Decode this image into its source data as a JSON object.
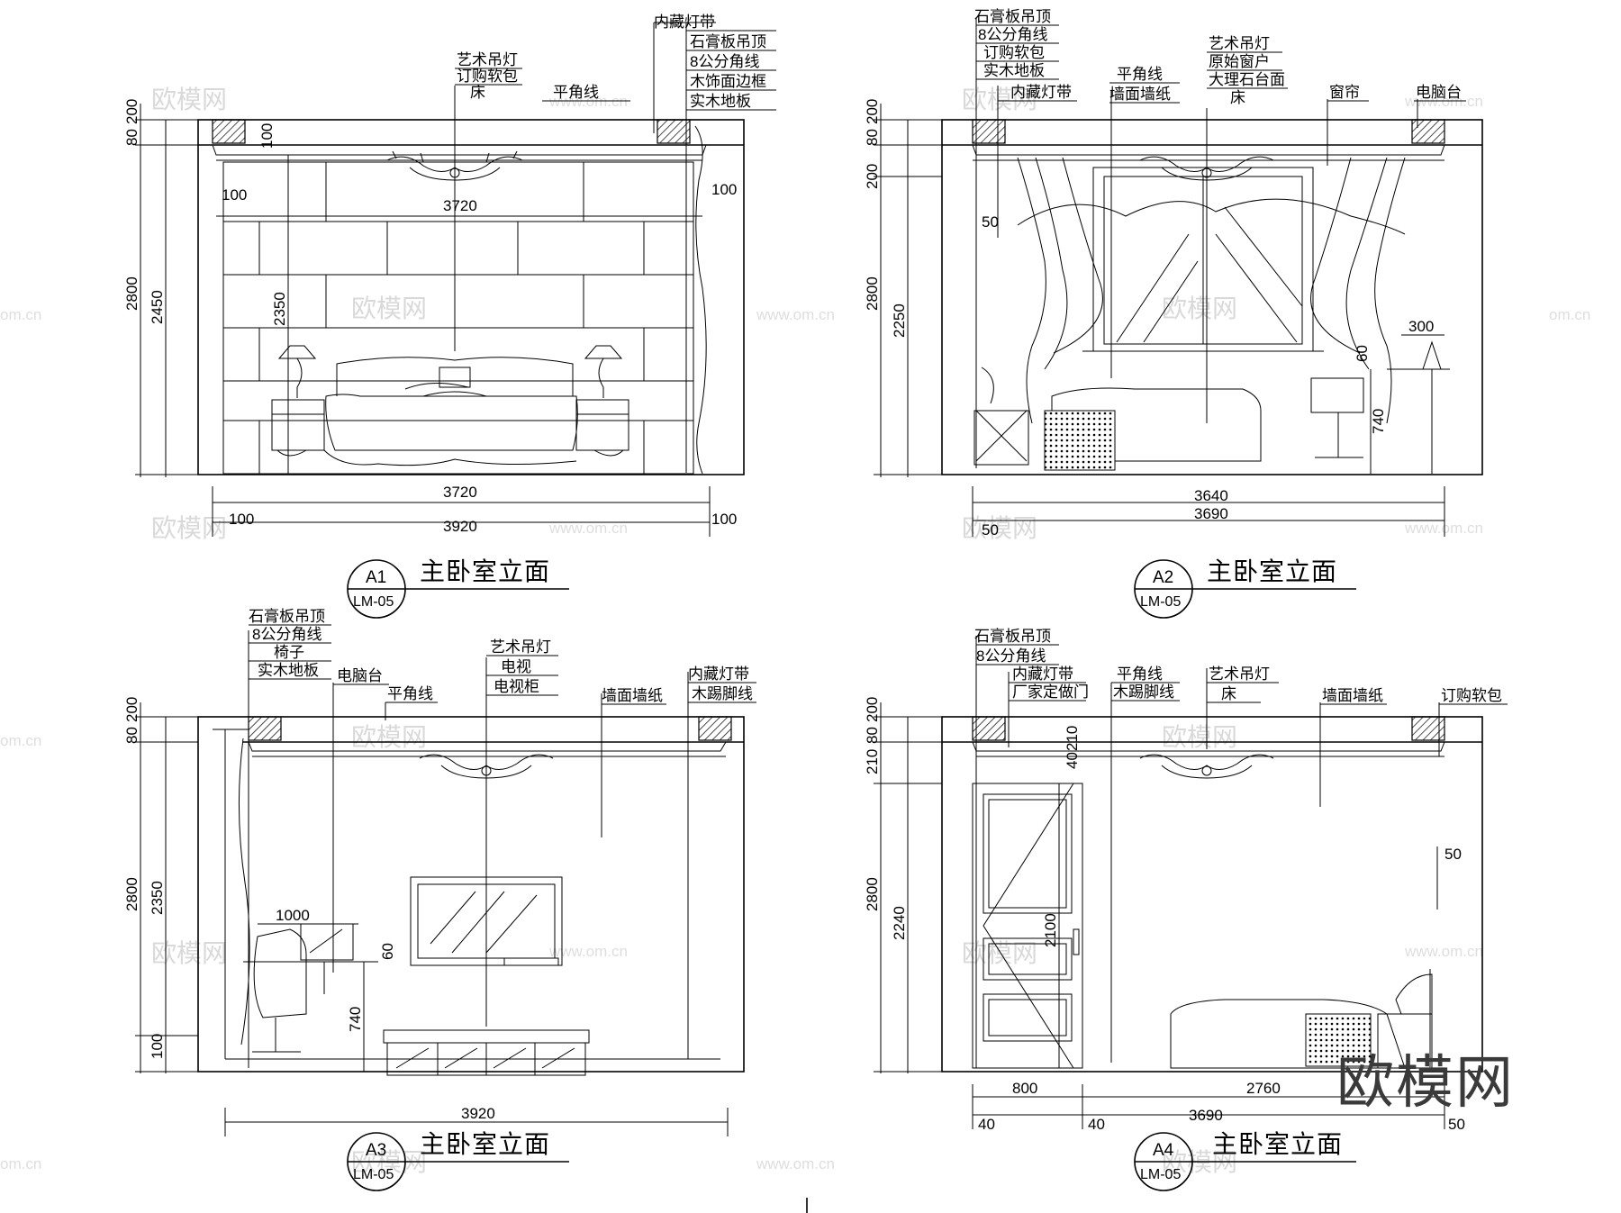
{
  "brand": "欧模网",
  "watermark": {
    "text": "欧模网",
    "url": "www.om.cn",
    "url_partial": "om.cn"
  },
  "panels": [
    {
      "id": "A1",
      "title": "主卧室立面",
      "badge_top": "A1",
      "badge_bottom": "LM-05",
      "labels_left": [
        "艺术吊灯",
        "订购软包",
        "床"
      ],
      "labels_mid": [
        "平角线"
      ],
      "labels_right": [
        "内藏灯带",
        "石膏板吊顶",
        "8公分角线",
        "木饰面边框",
        "实木地板"
      ],
      "dims_vertical": [
        "80",
        "200",
        "2800",
        "2450",
        "2350",
        "100"
      ],
      "dims_horizontal": [
        "100",
        "3720",
        "100",
        "3720",
        "100",
        "3920",
        "100"
      ]
    },
    {
      "id": "A2",
      "title": "主卧室立面",
      "badge_top": "A2",
      "badge_bottom": "LM-05",
      "labels_left": [
        "石膏板吊顶",
        "8公分角线",
        "订购软包",
        "实木地板",
        "内藏灯带"
      ],
      "labels_mid": [
        "平角线",
        "墙面墙纸"
      ],
      "labels_right": [
        "艺术吊灯",
        "原始窗户",
        "大理石台面",
        "床"
      ],
      "labels_far": [
        "窗帘",
        "电脑台"
      ],
      "dims_vertical": [
        "80",
        "200",
        "200",
        "2800",
        "2250",
        "50",
        "300",
        "60",
        "740"
      ],
      "dims_horizontal": [
        "3640",
        "3690",
        "50"
      ]
    },
    {
      "id": "A3",
      "title": "主卧室立面",
      "badge_top": "A3",
      "badge_bottom": "LM-05",
      "labels_left": [
        "石膏板吊顶",
        "8公分角线",
        "椅子",
        "实木地板"
      ],
      "labels_mid": [
        "电脑台",
        "平角线"
      ],
      "labels_right": [
        "艺术吊灯",
        "电视",
        "电视柜"
      ],
      "labels_far": [
        "墙面墙纸",
        "内藏灯带",
        "木踢脚线"
      ],
      "dims_vertical": [
        "80",
        "200",
        "2800",
        "2350",
        "100",
        "60",
        "740"
      ],
      "dims_horizontal": [
        "1000",
        "3920"
      ]
    },
    {
      "id": "A4",
      "title": "主卧室立面",
      "badge_top": "A4",
      "badge_bottom": "LM-05",
      "labels_left": [
        "石膏板吊顶",
        "8公分角线",
        "内藏灯带",
        "厂家定做门"
      ],
      "labels_mid": [
        "平角线",
        "木踢脚线"
      ],
      "labels_right": [
        "艺术吊灯",
        "床"
      ],
      "labels_far": [
        "墙面墙纸",
        "订购软包"
      ],
      "dims_vertical": [
        "80",
        "200",
        "210",
        "40",
        "210",
        "2800",
        "2240",
        "2100",
        "50"
      ],
      "dims_horizontal": [
        "800",
        "2760",
        "40",
        "40",
        "3690",
        "50"
      ]
    }
  ]
}
